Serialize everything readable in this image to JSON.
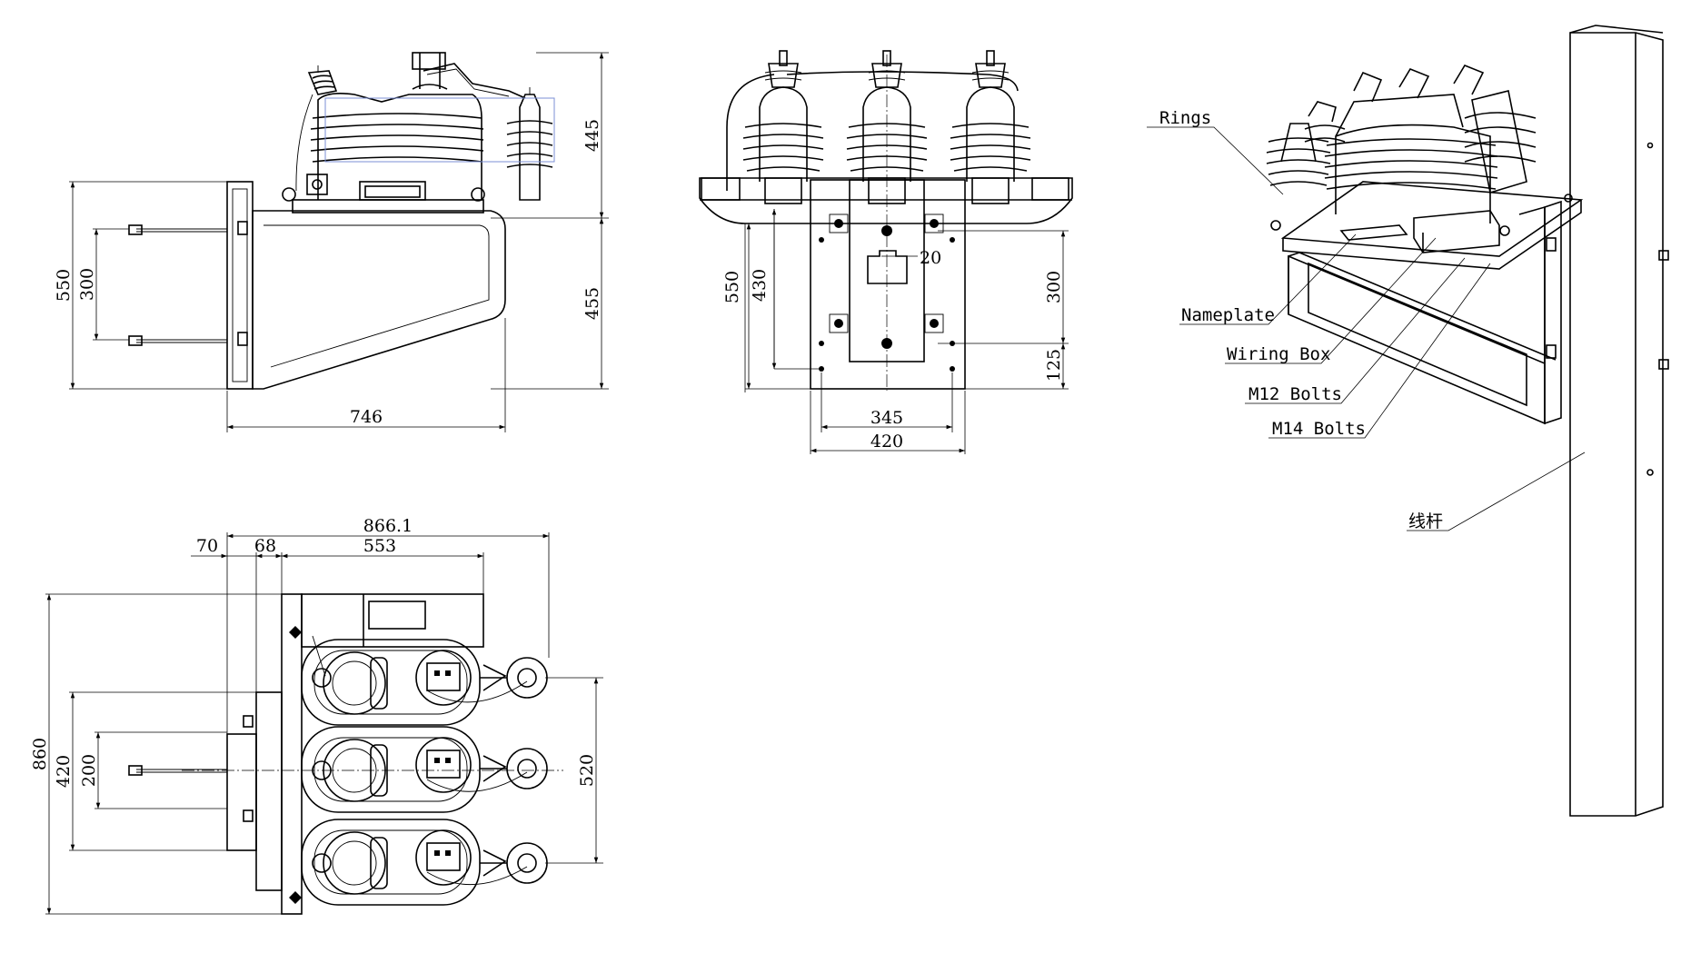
{
  "side_view": {
    "dims": {
      "width": "746",
      "bracket_height": "550",
      "bolt_spacing": "300",
      "upper_height": "445",
      "lower_height": "455"
    }
  },
  "front_view": {
    "dims": {
      "plate_height": "550",
      "hole_height": "430",
      "slot_width": "20",
      "slot_spacing": "300",
      "bottom_offset": "125",
      "inner_width": "345",
      "plate_width": "420"
    }
  },
  "top_view": {
    "dims": {
      "total_length": "866.1",
      "offset_a": "70",
      "offset_b": "68",
      "body_length": "553",
      "total_depth": "860",
      "frame_depth": "420",
      "bolt_spacing": "200",
      "phase_spacing": "520"
    }
  },
  "iso_view": {
    "labels": {
      "rings": "Rings",
      "nameplate": "Nameplate",
      "wiring_box": "Wiring Box",
      "m12_bolts": "M12 Bolts",
      "m14_bolts": "M14 Bolts",
      "pole": "线杆"
    }
  }
}
